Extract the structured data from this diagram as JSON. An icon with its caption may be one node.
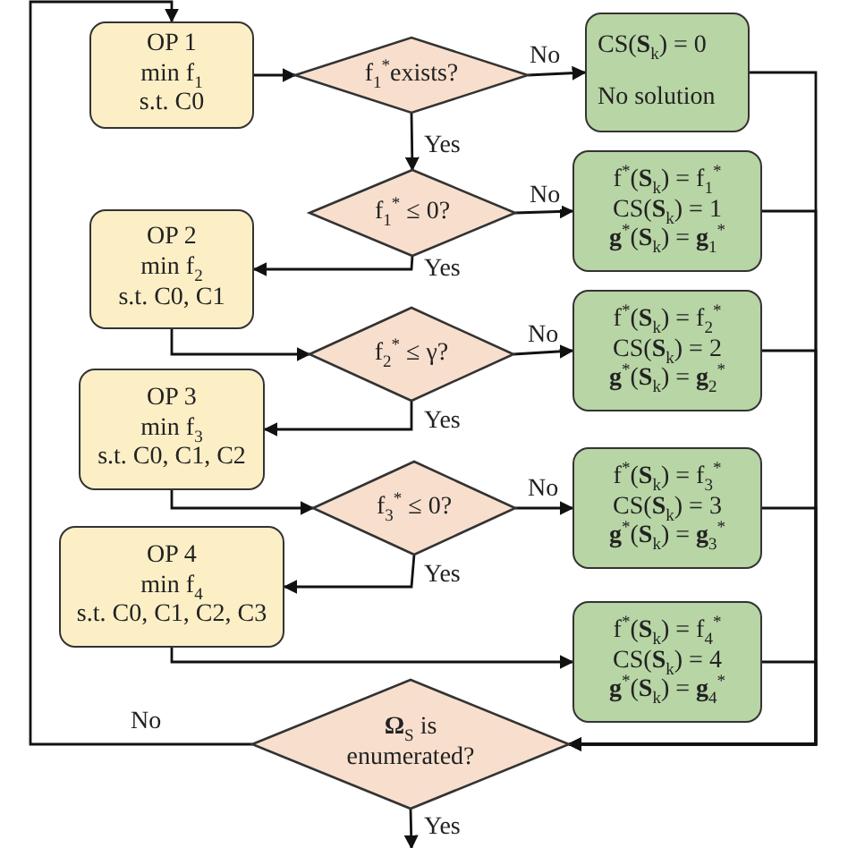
{
  "diagram": {
    "nodes": [
      {
        "text": [
          "OP 1",
          "min f$_{1}$",
          "s.t. C0"
        ]
      },
      {
        "text": [
          "f$_{1}$$^{*}$exists?"
        ]
      },
      {
        "text": [
          "CS(**S**$_{k}$) = 0",
          "No solution"
        ]
      },
      {
        "text": [
          "f$_{1}$$^{*}$ ≤ 0?"
        ]
      },
      {
        "text": [
          "f$^{*}$(**S**$_{k}$) = f$_{1}$$^{*}$",
          "CS(**S**$_{k}$) = 1",
          "**g**$^{*}$(**S**$_{k}$) = **g**$_{1}$$^{*}$"
        ]
      },
      {
        "text": [
          "OP 2",
          "min f$_{2}$",
          "s.t. C0, C1"
        ]
      },
      {
        "text": [
          "f$_{2}$$^{*}$ ≤ γ?"
        ]
      },
      {
        "text": [
          "f$^{*}$(**S**$_{k}$) = f$_{2}$$^{*}$",
          "CS(**S**$_{k}$) = 2",
          "**g**$^{*}$(**S**$_{k}$) = **g**$_{2}$$^{*}$"
        ]
      },
      {
        "text": [
          "OP 3",
          "min f$_{3}$",
          "s.t. C0, C1, C2"
        ]
      },
      {
        "text": [
          "f$_{3}$$^{*}$ ≤ 0?"
        ]
      },
      {
        "text": [
          "f$^{*}$(**S**$_{k}$) = f$_{3}$$^{*}$",
          "CS(**S**$_{k}$) = 3",
          "**g**$^{*}$(**S**$_{k}$) = **g**$_{3}$$^{*}$"
        ]
      },
      {
        "text": [
          "OP 4",
          "min f$_{4}$",
          "s.t. C0, C1, C2, C3"
        ]
      },
      {
        "text": [
          "f$^{*}$(**S**$_{k}$) = f$_{4}$$^{*}$",
          "CS(**S**$_{k}$) = 4",
          "**g**$^{*}$(**S**$_{k}$) = **g**$_{4}$$^{*}$"
        ]
      },
      {
        "text": [
          "**Ω**$_{S}$ is enumerated?"
        ]
      }
    ],
    "edges": [
      {
        "from": 0,
        "to": 1,
        "arrow": "to"
      },
      {
        "from": 1,
        "to": 2,
        "arrow": "to",
        "label": "No"
      },
      {
        "from": 1,
        "to": 3,
        "arrow": "to",
        "label": "Yes"
      },
      {
        "from": 3,
        "to": 4,
        "arrow": "to",
        "label": "No"
      },
      {
        "from": 3,
        "to": 5,
        "arrow": "to",
        "label": "Yes"
      },
      {
        "from": 5,
        "to": 6,
        "arrow": "to"
      },
      {
        "from": 6,
        "to": 7,
        "arrow": "to",
        "label": "No"
      },
      {
        "from": 6,
        "to": 8,
        "arrow": "to",
        "label": "Yes"
      },
      {
        "from": 8,
        "to": 9,
        "arrow": "to"
      },
      {
        "from": 9,
        "to": 10,
        "arrow": "to",
        "label": "No"
      },
      {
        "from": 9,
        "to": 11,
        "arrow": "to",
        "label": "Yes"
      },
      {
        "from": 11,
        "to": 12,
        "arrow": "to"
      },
      {
        "from": 2,
        "to": 13,
        "arrow": "to"
      },
      {
        "from": 4,
        "to": 13,
        "arrow": "to"
      },
      {
        "from": 7,
        "to": 13,
        "arrow": "to"
      },
      {
        "from": 10,
        "to": 13,
        "arrow": "to"
      },
      {
        "from": 12,
        "to": 13,
        "arrow": "to"
      },
      {
        "from": 13,
        "to": 0,
        "arrow": "to",
        "label": "No"
      },
      {
        "from": 13,
        "to": null,
        "arrow": "to",
        "label": "Yes"
      }
    ]
  }
}
